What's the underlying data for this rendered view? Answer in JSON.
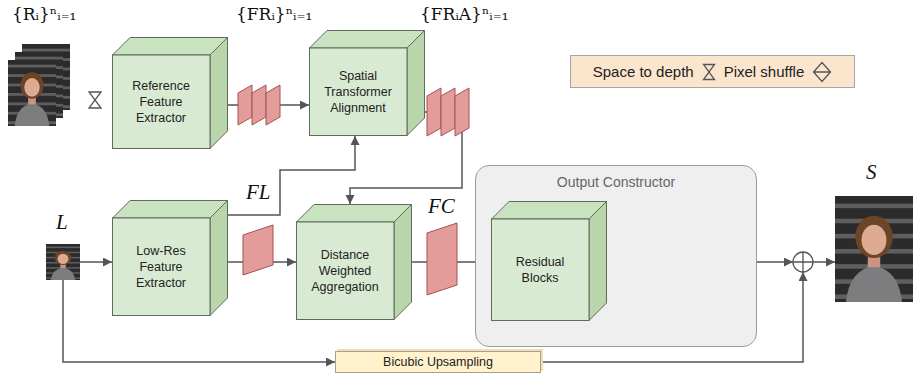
{
  "diagram": {
    "nodes": [
      {
        "text": [
          "Reference Feature Extractor"
        ]
      },
      {
        "text": [
          "Spatial Transformer Alignment"
        ]
      },
      {
        "text": [
          "Low-Res Feature Extractor"
        ]
      },
      {
        "text": [
          "Distance Weighted Aggregation"
        ]
      },
      {
        "text": [
          "Output Constructor"
        ]
      },
      {
        "text": [
          "Residual Blocks"
        ],
        "in": 4
      },
      {
        "text": [
          "Bicubic Upsampling"
        ]
      }
    ],
    "edges": [
      {
        "from": 0,
        "to": 1,
        "arrow": "to"
      },
      {
        "from": 2,
        "to": 1,
        "arrow": "to"
      },
      {
        "from": 1,
        "to": 3,
        "arrow": "to"
      },
      {
        "from": 2,
        "to": 3,
        "arrow": "to"
      },
      {
        "from": 3,
        "to": 5,
        "arrow": "to"
      }
    ],
    "labels": [
      "{Rᵢ}ⁿᵢ₌₁",
      "{FRᵢ}ⁿᵢ₌₁",
      "{FRᵢA}ⁿᵢ₌₁",
      "FL",
      "FC",
      "L",
      "S"
    ],
    "legend": [
      {
        "text": "Space to depth"
      },
      {
        "text": "Pixel shuffle"
      }
    ]
  }
}
